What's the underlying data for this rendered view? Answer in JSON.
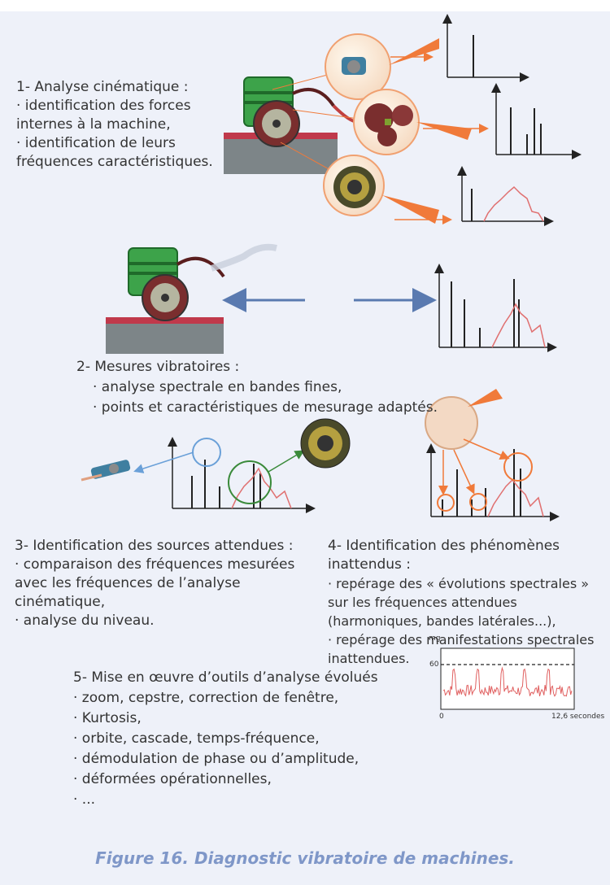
{
  "section1": {
    "title": "1- Analyse cinématique :",
    "lines": [
      "· identification des forces",
      "  internes à la machine,",
      "· identification de leurs",
      "  fréquences caractéristiques."
    ]
  },
  "section2": {
    "title": "2- Mesures vibratoires :",
    "lines": [
      "· analyse spectrale en bandes fines,",
      "· points et caractéristiques de mesurage adaptés."
    ]
  },
  "section3": {
    "title": "3- Identification des sources attendues :",
    "lines": [
      "· comparaison des fréquences mesurées",
      "  avec les fréquences de l’analyse",
      "  cinématique,",
      "· analyse du niveau."
    ]
  },
  "section4": {
    "title": "4- Identification des phénomènes",
    "title2": "inattendus :",
    "lines": [
      "· repérage des « évolutions spectrales »",
      "  sur les fréquences attendues",
      "  (harmoniques, bandes latérales...),",
      "· repérage des manifestations spectrales",
      "  inattendues."
    ]
  },
  "section5": {
    "title": "5- Mise en œuvre d’outils d’analyse évolués",
    "lines": [
      "· zoom, cepstre, correction de fenêtre,",
      "· Kurtosis,",
      "· orbite, cascade, temps-fréquence,",
      "· démodulation de phase ou d’amplitude,",
      "· déformées opérationnelles,",
      "· ..."
    ]
  },
  "timechart": {
    "y_unit": "mg",
    "threshold_label": "60",
    "x_start": "0",
    "x_end": "12,6 secondes",
    "threshold": 60
  },
  "caption": "Figure 16. Diagnostic vibratoire de machines.",
  "colors": {
    "panel": "#eef1f9",
    "caption": "#7f97c8",
    "orange": "#f07a3a",
    "spectrum_red": "#e07070",
    "green": "#3aa33a",
    "blue_arrow": "#6a87b8"
  }
}
